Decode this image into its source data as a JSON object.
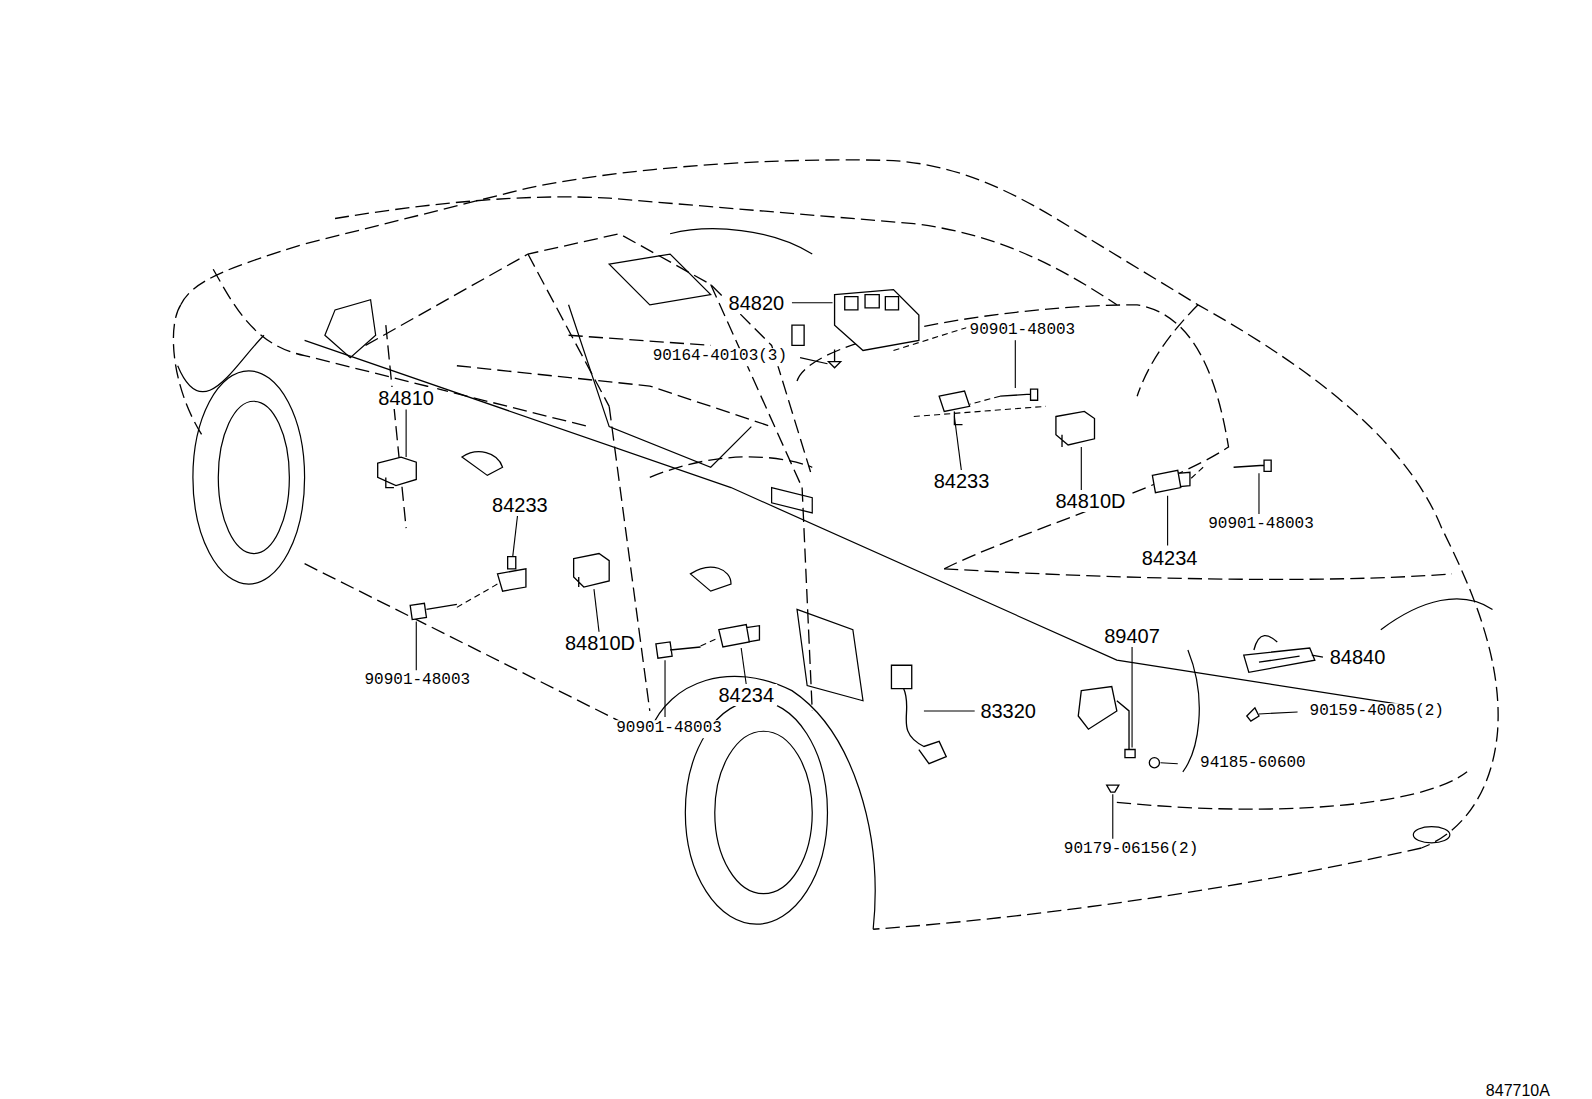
{
  "diagram": {
    "labels": [
      "84820",
      "90901-48003",
      "90164-40103(3)",
      "84810",
      "84233",
      "84810D",
      "84233",
      "90901-48003",
      "84234",
      "84810D",
      "89407",
      "84840",
      "90901-48003",
      "84234",
      "83320",
      "90159-40085(2)",
      "90901-48003",
      "94185-60600",
      "90179-06156(2)",
      "847710A"
    ]
  }
}
